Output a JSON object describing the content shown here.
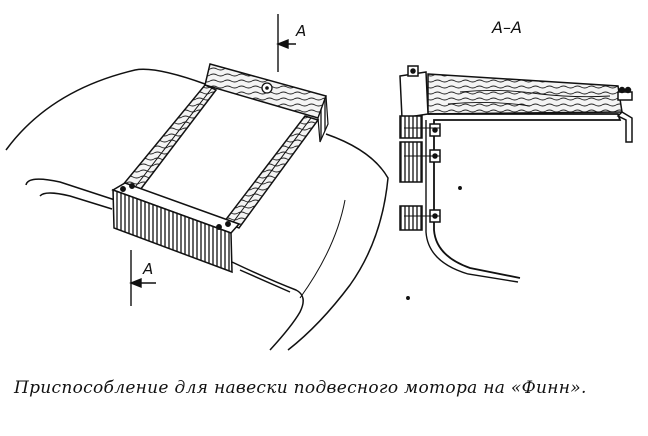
{
  "labels": {
    "section_marker_top": "A",
    "section_marker_bottom": "A",
    "section_title": "A–A"
  },
  "caption": {
    "text": "Приспособление для навески подвесного мотора на «Финн»."
  }
}
